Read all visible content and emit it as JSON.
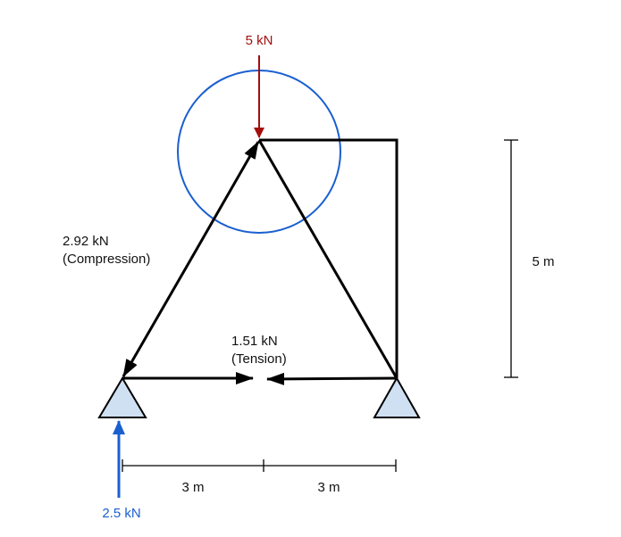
{
  "diagram": {
    "title": "Truss free body diagram",
    "labels": {
      "applied_load": "5 kN",
      "member_left_force": "2.92 kN",
      "member_left_type": "(Compression)",
      "member_bottom_force": "1.51 kN",
      "member_bottom_type": "(Tension)",
      "reaction": "2.5 kN",
      "dim_left_span": "3 m",
      "dim_right_span": "3 m",
      "dim_height": "5 m"
    },
    "colors": {
      "load": "#a50d0d",
      "reaction": "#1a5fd0",
      "circle": "#1a5fd0",
      "support_fill": "#cfe0f2",
      "member": "#000000"
    }
  }
}
